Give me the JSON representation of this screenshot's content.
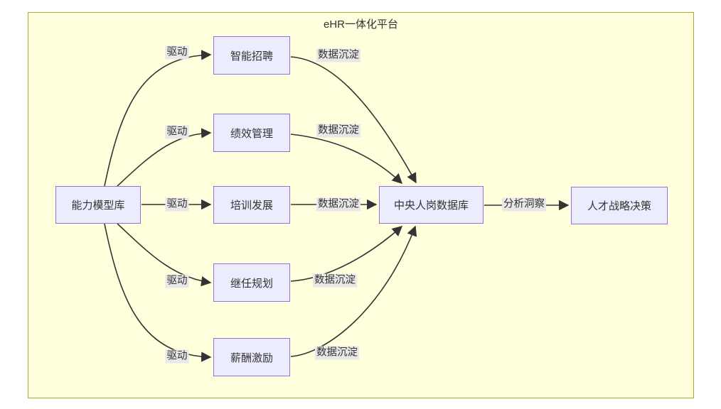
{
  "diagram": {
    "title": "eHR一体化平台",
    "nodes": [
      {
        "id": "competency",
        "label": "能力模型库"
      },
      {
        "id": "recruit",
        "label": "智能招聘"
      },
      {
        "id": "performance",
        "label": "绩效管理"
      },
      {
        "id": "training",
        "label": "培训发展"
      },
      {
        "id": "succession",
        "label": "继任规划"
      },
      {
        "id": "compensation",
        "label": "薪酬激励"
      },
      {
        "id": "central",
        "label": "中央人岗数据库"
      },
      {
        "id": "strategy",
        "label": "人才战略决策"
      }
    ],
    "edges": [
      {
        "from": "能力模型库",
        "to": "智能招聘",
        "label": "驱动"
      },
      {
        "from": "能力模型库",
        "to": "绩效管理",
        "label": "驱动"
      },
      {
        "from": "能力模型库",
        "to": "培训发展",
        "label": "驱动"
      },
      {
        "from": "能力模型库",
        "to": "继任规划",
        "label": "驱动"
      },
      {
        "from": "能力模型库",
        "to": "薪酬激励",
        "label": "驱动"
      },
      {
        "from": "智能招聘",
        "to": "中央人岗数据库",
        "label": "数据沉淀"
      },
      {
        "from": "绩效管理",
        "to": "中央人岗数据库",
        "label": "数据沉淀"
      },
      {
        "from": "培训发展",
        "to": "中央人岗数据库",
        "label": "数据沉淀"
      },
      {
        "from": "继任规划",
        "to": "中央人岗数据库",
        "label": "数据沉淀"
      },
      {
        "from": "薪酬激励",
        "to": "中央人岗数据库",
        "label": "数据沉淀"
      },
      {
        "from": "中央人岗数据库",
        "to": "人才战略决策",
        "label": "分析洞察"
      }
    ],
    "colors": {
      "node_fill": "#ECECFF",
      "node_border": "#9370DB",
      "cluster_fill": "#ffffde",
      "cluster_border": "#aaaa33",
      "edge_stroke": "#333333",
      "edge_label_bg": "#e8e8e8"
    }
  }
}
